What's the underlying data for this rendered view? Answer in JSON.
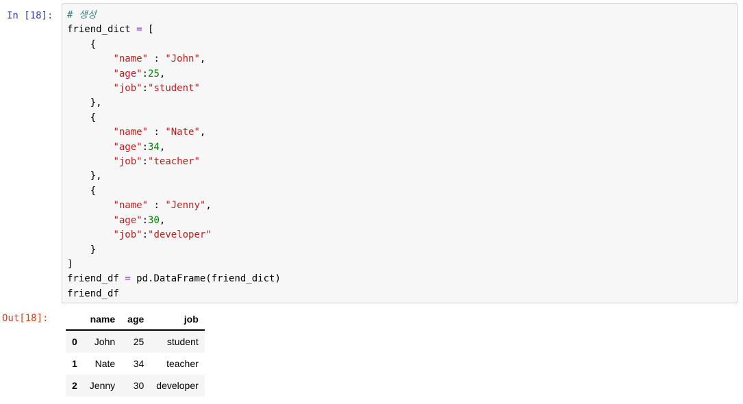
{
  "colors": {
    "in-prompt": "#303F9F",
    "out-prompt": "#D84315",
    "comment": "#408080",
    "string": "#BA2121",
    "number": "#008000",
    "operator": "#AA22FF",
    "code-text": "#000000",
    "cell-bg": "#F7F7F7",
    "cell-border": "#CFCFCF",
    "row-stripe": "#F5F5F5",
    "table-border": "#000000"
  },
  "input": {
    "prompt": "In [18]:",
    "code_lines": [
      [
        {
          "t": "# 생성",
          "c": "c"
        }
      ],
      [
        {
          "t": "friend_dict ",
          "c": "p"
        },
        {
          "t": "=",
          "c": "o"
        },
        {
          "t": " [",
          "c": "p"
        }
      ],
      [
        {
          "t": "    {",
          "c": "p"
        }
      ],
      [
        {
          "t": "        ",
          "c": "p"
        },
        {
          "t": "\"name\"",
          "c": "s"
        },
        {
          "t": " : ",
          "c": "p"
        },
        {
          "t": "\"John\"",
          "c": "s"
        },
        {
          "t": ",",
          "c": "p"
        }
      ],
      [
        {
          "t": "        ",
          "c": "p"
        },
        {
          "t": "\"age\"",
          "c": "s"
        },
        {
          "t": ":",
          "c": "p"
        },
        {
          "t": "25",
          "c": "n"
        },
        {
          "t": ",",
          "c": "p"
        }
      ],
      [
        {
          "t": "        ",
          "c": "p"
        },
        {
          "t": "\"job\"",
          "c": "s"
        },
        {
          "t": ":",
          "c": "p"
        },
        {
          "t": "\"student\"",
          "c": "s"
        }
      ],
      [
        {
          "t": "    },",
          "c": "p"
        }
      ],
      [
        {
          "t": "    {",
          "c": "p"
        }
      ],
      [
        {
          "t": "        ",
          "c": "p"
        },
        {
          "t": "\"name\"",
          "c": "s"
        },
        {
          "t": " : ",
          "c": "p"
        },
        {
          "t": "\"Nate\"",
          "c": "s"
        },
        {
          "t": ",",
          "c": "p"
        }
      ],
      [
        {
          "t": "        ",
          "c": "p"
        },
        {
          "t": "\"age\"",
          "c": "s"
        },
        {
          "t": ":",
          "c": "p"
        },
        {
          "t": "34",
          "c": "n"
        },
        {
          "t": ",",
          "c": "p"
        }
      ],
      [
        {
          "t": "        ",
          "c": "p"
        },
        {
          "t": "\"job\"",
          "c": "s"
        },
        {
          "t": ":",
          "c": "p"
        },
        {
          "t": "\"teacher\"",
          "c": "s"
        }
      ],
      [
        {
          "t": "    },",
          "c": "p"
        }
      ],
      [
        {
          "t": "    {",
          "c": "p"
        }
      ],
      [
        {
          "t": "        ",
          "c": "p"
        },
        {
          "t": "\"name\"",
          "c": "s"
        },
        {
          "t": " : ",
          "c": "p"
        },
        {
          "t": "\"Jenny\"",
          "c": "s"
        },
        {
          "t": ",",
          "c": "p"
        }
      ],
      [
        {
          "t": "        ",
          "c": "p"
        },
        {
          "t": "\"age\"",
          "c": "s"
        },
        {
          "t": ":",
          "c": "p"
        },
        {
          "t": "30",
          "c": "n"
        },
        {
          "t": ",",
          "c": "p"
        }
      ],
      [
        {
          "t": "        ",
          "c": "p"
        },
        {
          "t": "\"job\"",
          "c": "s"
        },
        {
          "t": ":",
          "c": "p"
        },
        {
          "t": "\"developer\"",
          "c": "s"
        }
      ],
      [
        {
          "t": "    }",
          "c": "p"
        }
      ],
      [
        {
          "t": "]",
          "c": "p"
        }
      ],
      [
        {
          "t": "friend_df ",
          "c": "p"
        },
        {
          "t": "=",
          "c": "o"
        },
        {
          "t": " pd.DataFrame(friend_dict)",
          "c": "p"
        }
      ],
      [
        {
          "t": "friend_df",
          "c": "p"
        }
      ]
    ]
  },
  "output": {
    "prompt": "Out[18]:",
    "dataframe": {
      "columns": [
        "name",
        "age",
        "job"
      ],
      "index": [
        "0",
        "1",
        "2"
      ],
      "rows": [
        [
          "John",
          "25",
          "student"
        ],
        [
          "Nate",
          "34",
          "teacher"
        ],
        [
          "Jenny",
          "30",
          "developer"
        ]
      ]
    }
  }
}
